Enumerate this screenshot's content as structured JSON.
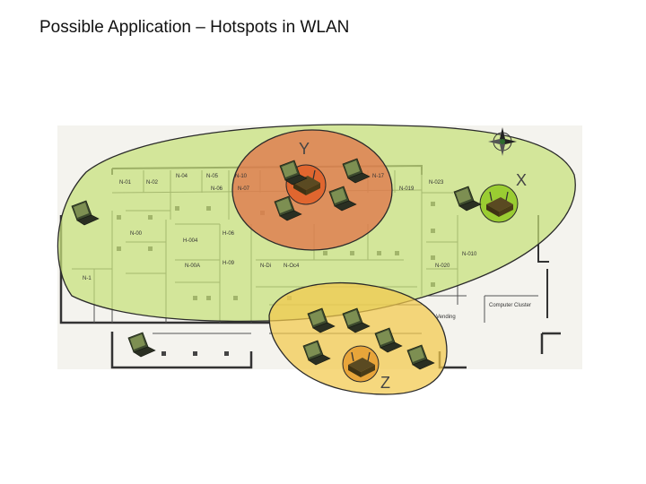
{
  "slide": {
    "title": "Possible Application – Hotspots in WLAN"
  },
  "zones": {
    "x": {
      "label": "X",
      "color": "#c6e07a"
    },
    "y": {
      "label": "Y",
      "color": "#e0764a"
    },
    "z": {
      "label": "Z",
      "color": "#f2c94c"
    }
  },
  "floorplan": {
    "rooms": [
      "N-01",
      "N-02",
      "N-04",
      "N-05",
      "N-06",
      "N-07",
      "N-10",
      "N-17",
      "N-019",
      "N-023",
      "N-010",
      "N-020",
      "N-Oc4",
      "N-1",
      "N-00",
      "H-06",
      "H-004",
      "H-09",
      "N-Di",
      "N-00A"
    ],
    "annotations": [
      "Vending",
      "Computer Cluster"
    ]
  },
  "icons": {
    "laptop": "laptop-icon",
    "access_point": "wireless-access-point-icon",
    "compass": "compass-icon"
  }
}
